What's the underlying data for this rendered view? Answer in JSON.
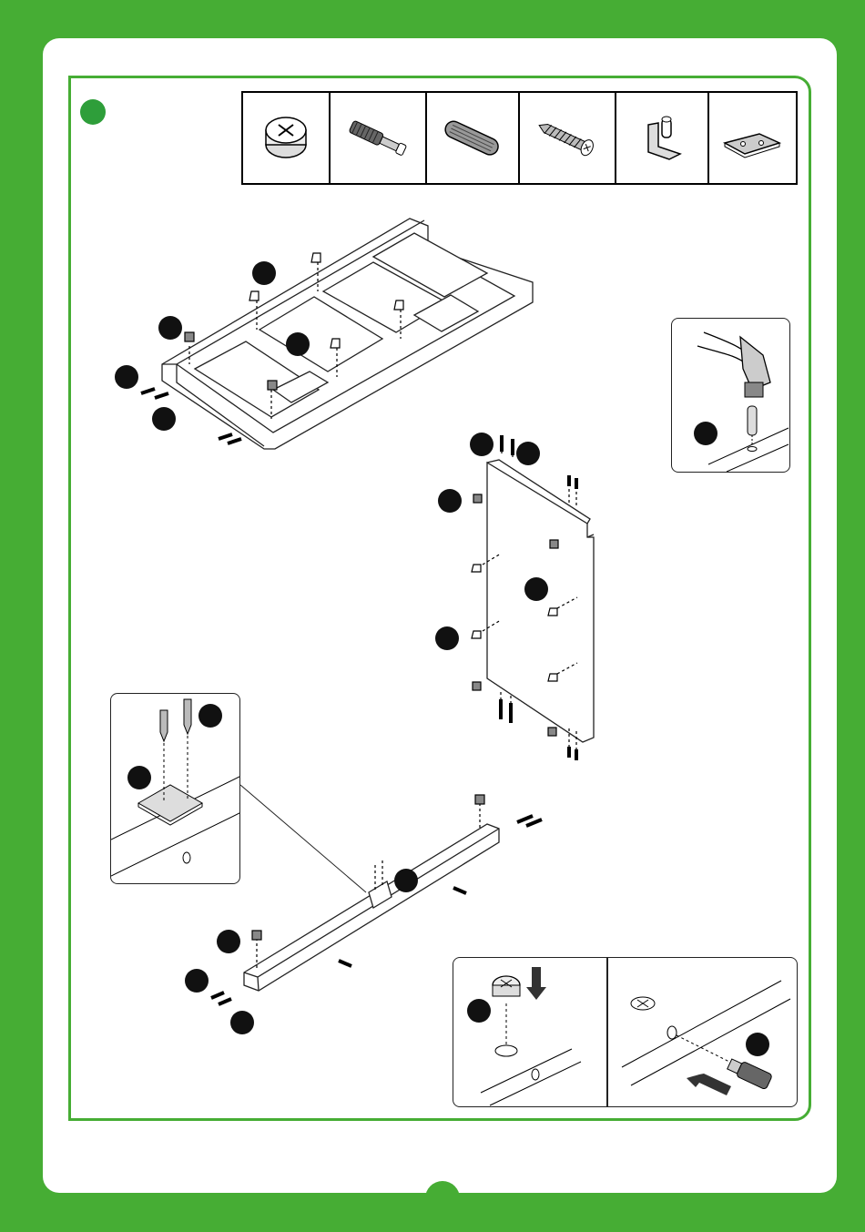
{
  "page": {
    "background_color": "#46ad34",
    "accent_color": "#2e9e3a",
    "step_marker": "filled-green-circle"
  },
  "hardware_panel": {
    "items": [
      {
        "icon": "cam-lock-icon"
      },
      {
        "icon": "cam-bolt-icon"
      },
      {
        "icon": "wood-dowel-icon"
      },
      {
        "icon": "wood-screw-icon"
      },
      {
        "icon": "l-bracket-icon"
      },
      {
        "icon": "mounting-plate-icon"
      }
    ]
  },
  "insets": [
    {
      "name": "hammer-dowel-detail"
    },
    {
      "name": "mounting-plate-screw-detail"
    },
    {
      "name": "cam-lock-insertion-detail"
    },
    {
      "name": "cam-bolt-insertion-detail"
    }
  ],
  "callout_badges": {
    "fill_color": "#111111",
    "labels_printed": false
  }
}
